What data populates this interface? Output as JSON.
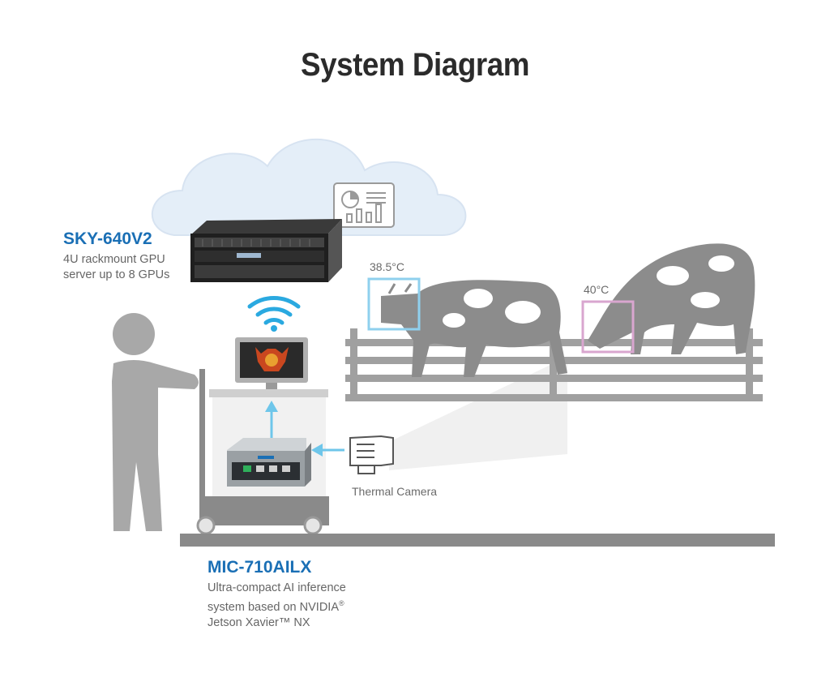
{
  "title": "System Diagram",
  "server": {
    "name": "SKY-640V2",
    "desc_line1": "4U rackmount GPU",
    "desc_line2": "server up to 8 GPUs"
  },
  "edge_device": {
    "name": "MIC-710AILX",
    "desc_line1": "Ultra-compact AI inference",
    "desc_line2_prefix": "system based on NVIDIA",
    "desc_line2_mark": "®",
    "desc_line3": "Jetson Xavier™ NX"
  },
  "camera": {
    "label": "Thermal Camera"
  },
  "readings": [
    {
      "value": "38.5°C",
      "color": "#8fd0ee"
    },
    {
      "value": "40°C",
      "color": "#d9a6cf"
    }
  ],
  "colors": {
    "accent": "#1a6fb5",
    "arrow": "#6ec6ea",
    "wifi": "#2aa9e0",
    "figure": "#a8a8a8",
    "cow": "#8c8c8c",
    "fence": "#a0a0a0",
    "cloud": "#e4eef8"
  },
  "icons": [
    "cloud-icon",
    "dashboard-chart-icon",
    "wifi-icon",
    "person-icon",
    "cow-icon",
    "thermal-camera-icon"
  ]
}
